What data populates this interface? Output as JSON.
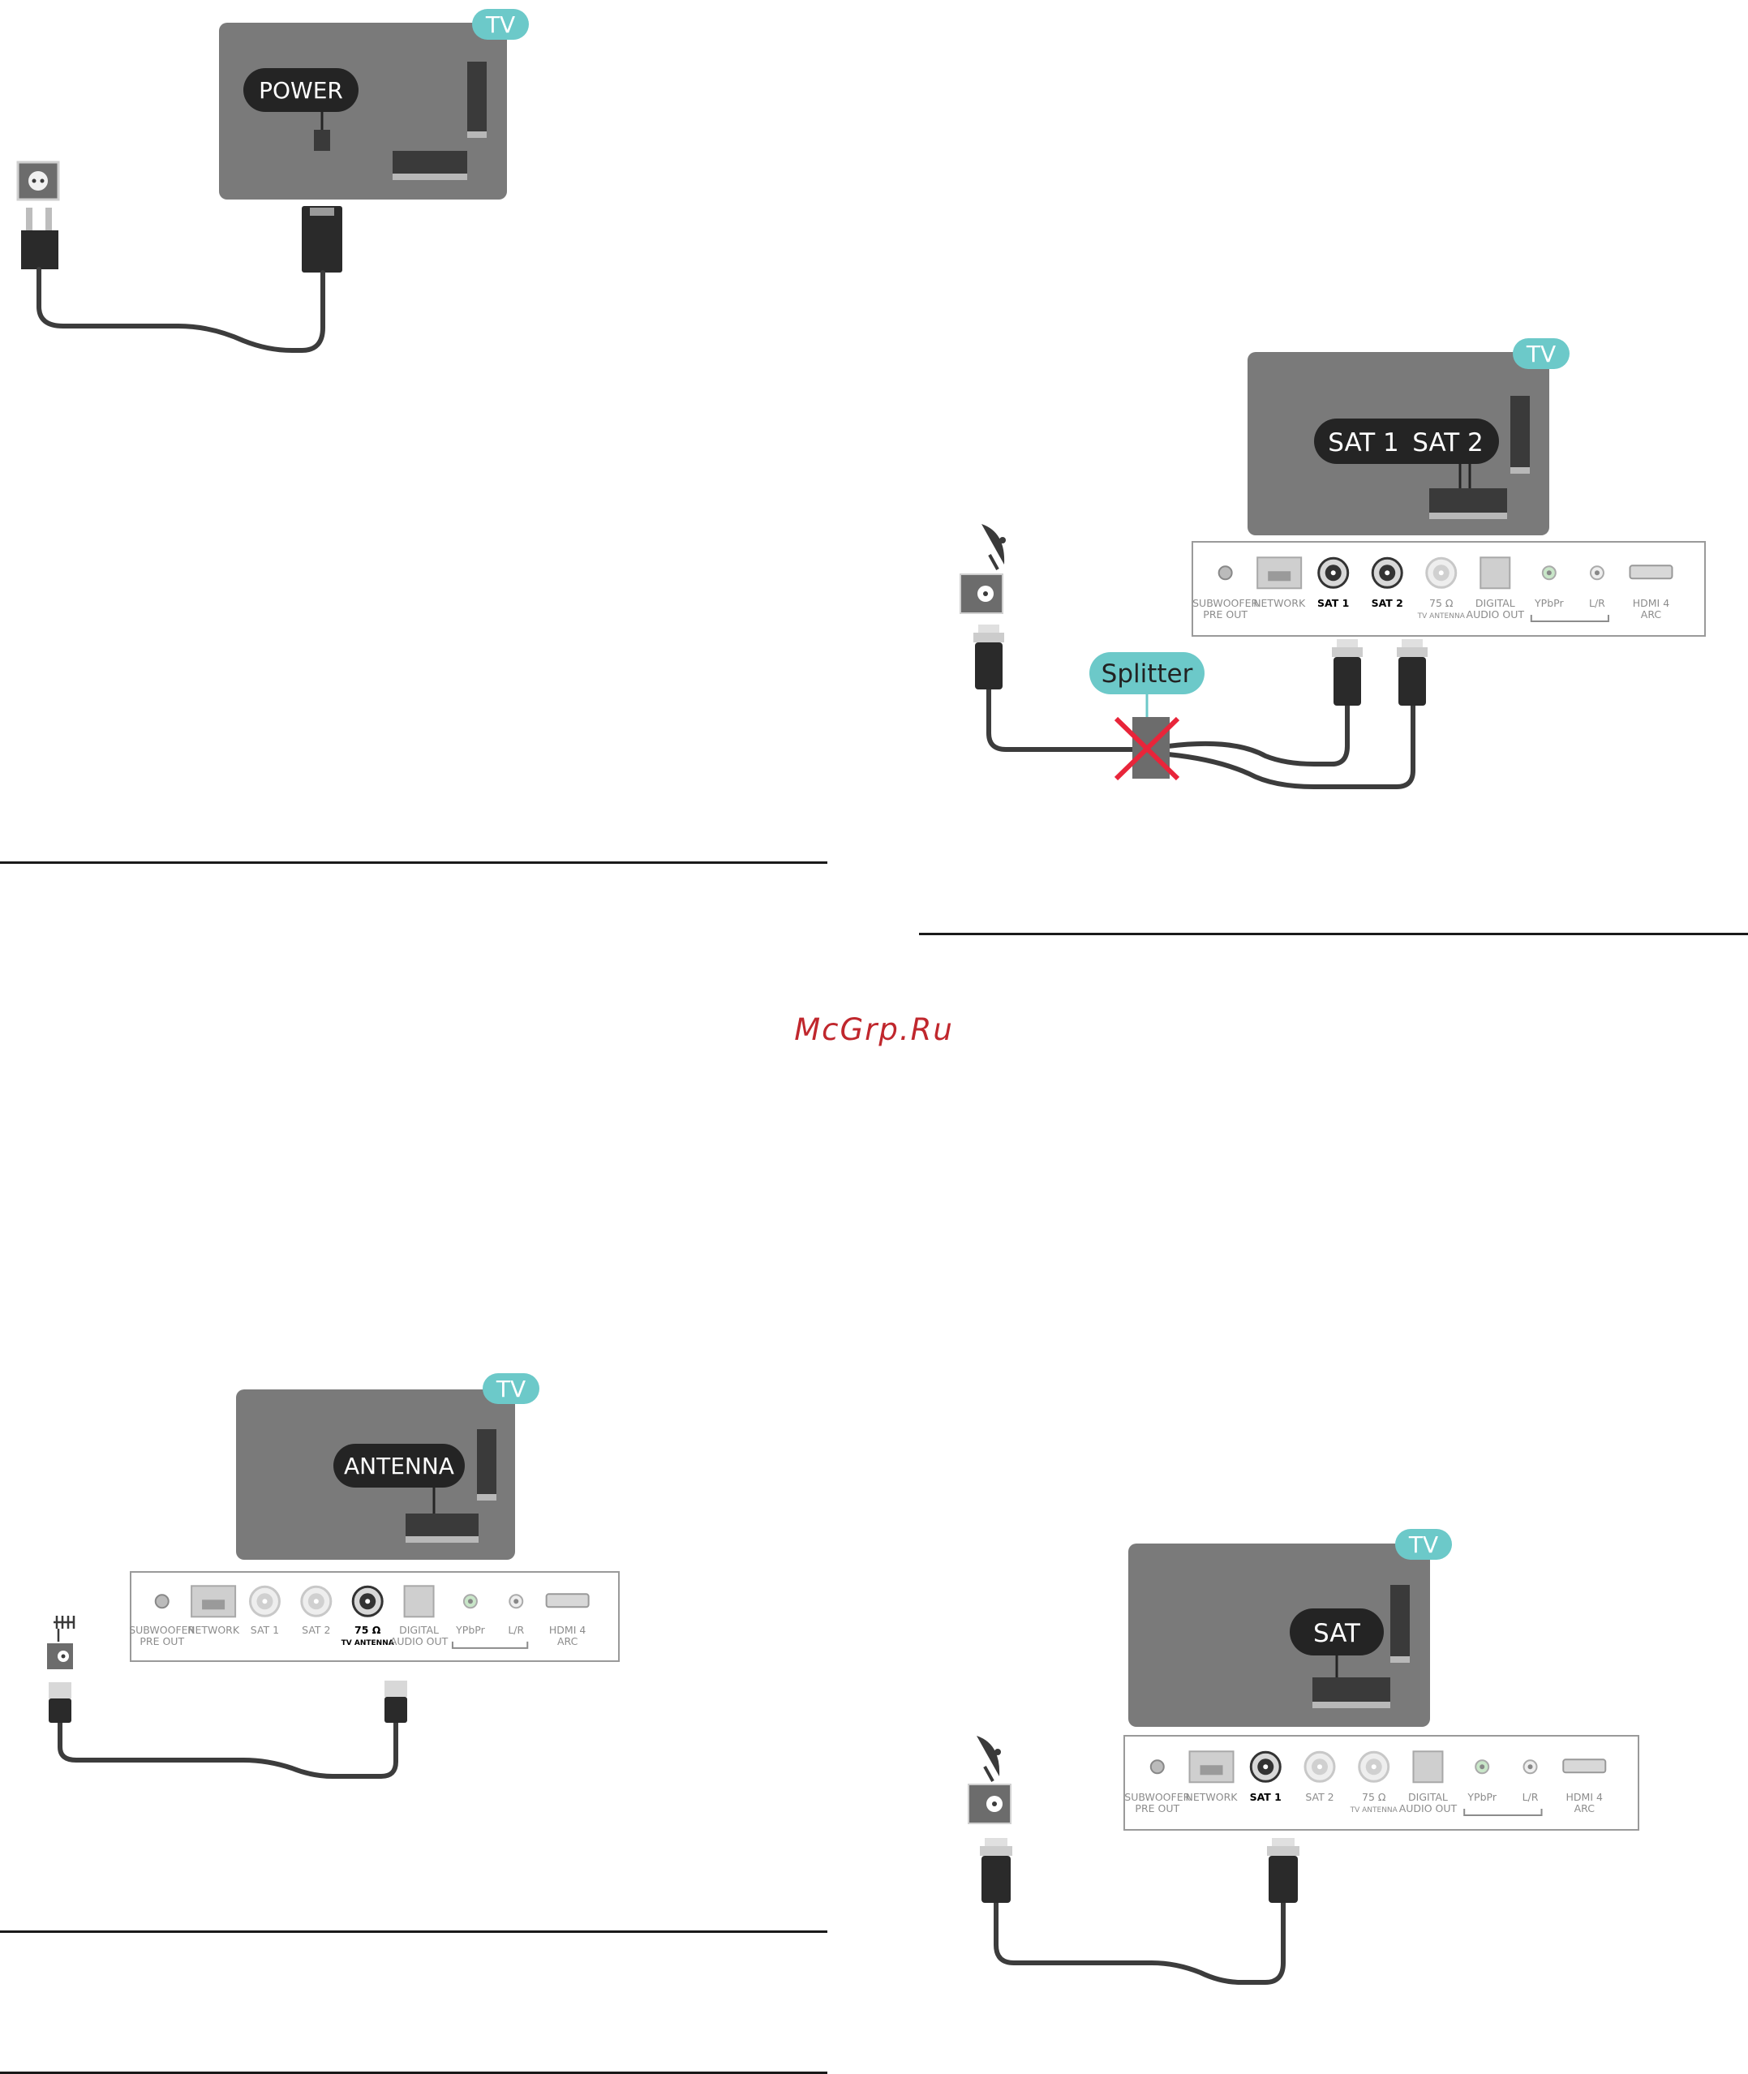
{
  "tv_badge": "TV",
  "diagrams": {
    "power": {
      "label": "POWER"
    },
    "sat_dual": {
      "labels": [
        "SAT 1",
        "SAT 2"
      ],
      "splitter": "Splitter",
      "active_ports": [
        "SAT 1",
        "SAT 2"
      ]
    },
    "antenna": {
      "label": "ANTENNA",
      "active_ports": [
        "75 Ω TV ANTENNA"
      ]
    },
    "sat_single": {
      "label": "SAT",
      "active_ports": [
        "SAT 1"
      ]
    }
  },
  "port_panel": {
    "ports": [
      {
        "line1": "SUBWOOFER",
        "line2": "PRE OUT"
      },
      {
        "line1": "NETWORK",
        "line2": ""
      },
      {
        "line1": "SAT 1",
        "line2": ""
      },
      {
        "line1": "SAT 2",
        "line2": ""
      },
      {
        "line1": "75 Ω",
        "line2": "TV ANTENNA"
      },
      {
        "line1": "DIGITAL",
        "line2": "AUDIO OUT"
      },
      {
        "line1": "YPbPr",
        "line2": ""
      },
      {
        "line1": "L/R",
        "line2": ""
      },
      {
        "line1": "HDMI 4",
        "line2": "ARC"
      }
    ]
  },
  "watermark": "McGrp.Ru",
  "colors": {
    "tv_body": "#7a7a7a",
    "label_pill": "#242424",
    "badge": "#6cc9c9",
    "cable": "#3c3c3c",
    "cross": "#e8253a",
    "watermark": "#c0272d"
  }
}
